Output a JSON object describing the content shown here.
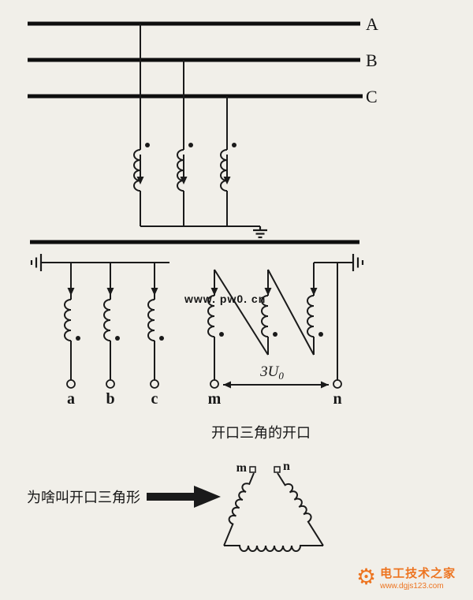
{
  "colors": {
    "paper": "#f1efe9",
    "ink": "#1a1a1a",
    "center_watermark_blue": "#2a35b8",
    "logo_orange": "#ed7420"
  },
  "buses": {
    "labels": [
      "A",
      "B",
      "C"
    ]
  },
  "star_secondary": {
    "terminals": [
      "a",
      "b",
      "c"
    ]
  },
  "open_delta": {
    "terminal_m": "m",
    "terminal_n": "n",
    "voltage_main": "3U",
    "voltage_sub": "0"
  },
  "captions": {
    "open_delta_opening": "开口三角的开口",
    "why_open_delta": "为啥叫开口三角形"
  },
  "center_watermark": {
    "text": "www. pw0. cn"
  },
  "triangle": {
    "terminal_m": "m",
    "terminal_n": "n"
  },
  "logo": {
    "site_name": "电工技术之家",
    "site_url": "www.dgjs123.com"
  }
}
